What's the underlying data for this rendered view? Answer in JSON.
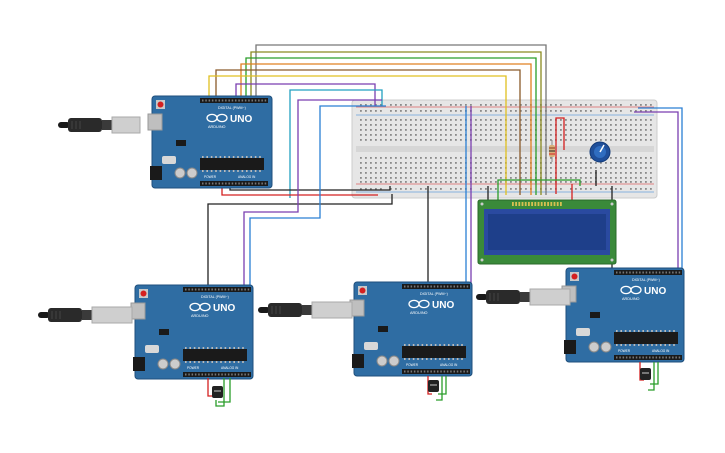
{
  "boards": [
    {
      "id": "arduino-top",
      "logo": "UNO",
      "brand": "ARDUINO",
      "digital_label": "DIGITAL (PWM~)",
      "power_label": "POWER",
      "analog_label": "ANALOG IN"
    },
    {
      "id": "arduino-left",
      "logo": "UNO",
      "brand": "ARDUINO",
      "digital_label": "DIGITAL (PWM~)",
      "power_label": "POWER",
      "analog_label": "ANALOG IN"
    },
    {
      "id": "arduino-middle",
      "logo": "UNO",
      "brand": "ARDUINO",
      "digital_label": "DIGITAL (PWM~)",
      "power_label": "POWER",
      "analog_label": "ANALOG IN"
    },
    {
      "id": "arduino-right",
      "logo": "UNO",
      "brand": "ARDUINO",
      "digital_label": "DIGITAL (PWM~)",
      "power_label": "POWER",
      "analog_label": "ANALOG IN"
    }
  ],
  "colors": {
    "board": "#2f6da3",
    "board_dark": "#1f4f7c",
    "breadboard": "#e6e6e6",
    "lcd_frame": "#3a8a3a",
    "lcd_screen": "#1e3f8a",
    "wire_red": "#d42020",
    "wire_black": "#222222",
    "wire_green": "#2a9d2a",
    "wire_blue": "#2a7fd4",
    "wire_purple": "#7a3fb0",
    "wire_yellow": "#e0c020",
    "wire_orange": "#e08020",
    "wire_brown": "#8a5a2a",
    "wire_gray": "#777777",
    "wire_cyan": "#22a0c0"
  },
  "components": {
    "lcd": "lcd-16x2-display",
    "potentiometer": "potentiometer-icon",
    "resistor": "resistor-icon",
    "sensors": "temperature-sensor-icon",
    "cables": "usb-cable-icon"
  }
}
